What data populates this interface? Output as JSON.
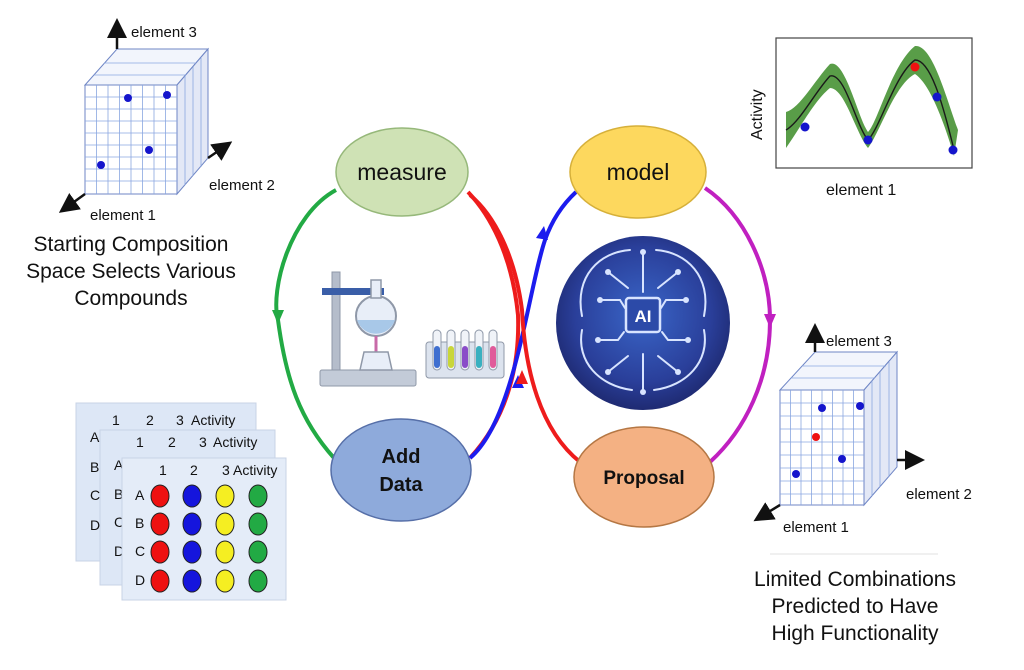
{
  "nodes": {
    "measure": "measure",
    "model": "model",
    "add_data_line1": "Add",
    "add_data_line2": "Data",
    "proposal": "Proposal"
  },
  "ai_label": "AI",
  "left_cube": {
    "axis_up": "element 3",
    "axis_right": "element 2",
    "axis_left": "element 1",
    "caption": [
      "Starting Composition",
      "Space Selects Various",
      "Compounds"
    ]
  },
  "right_cube": {
    "axis_up": "element 3",
    "axis_right": "element 2",
    "axis_left": "element 1",
    "caption": [
      "Limited Combinations",
      "Predicted to Have",
      "High Functionality"
    ]
  },
  "activity_plot": {
    "ylabel": "Activity",
    "xlabel": "element 1"
  },
  "plates": {
    "cols": [
      "1",
      "2",
      "3",
      "Activity"
    ],
    "rows": [
      "A",
      "B",
      "C",
      "D"
    ]
  },
  "colors": {
    "measure_fill": "#cfe2b5",
    "model_fill": "#fdd85e",
    "add_data_fill": "#8eaadb",
    "proposal_fill": "#f4b183",
    "arc_green": "#22aa44",
    "arc_red": "#ee1c1c",
    "arc_blue": "#1c1cee",
    "arc_magenta": "#c020c0",
    "grid_blue": "#8aa6e0",
    "dot_blue": "#1515cc",
    "dot_red": "#ee1111",
    "band_green": "#3c8c28"
  }
}
